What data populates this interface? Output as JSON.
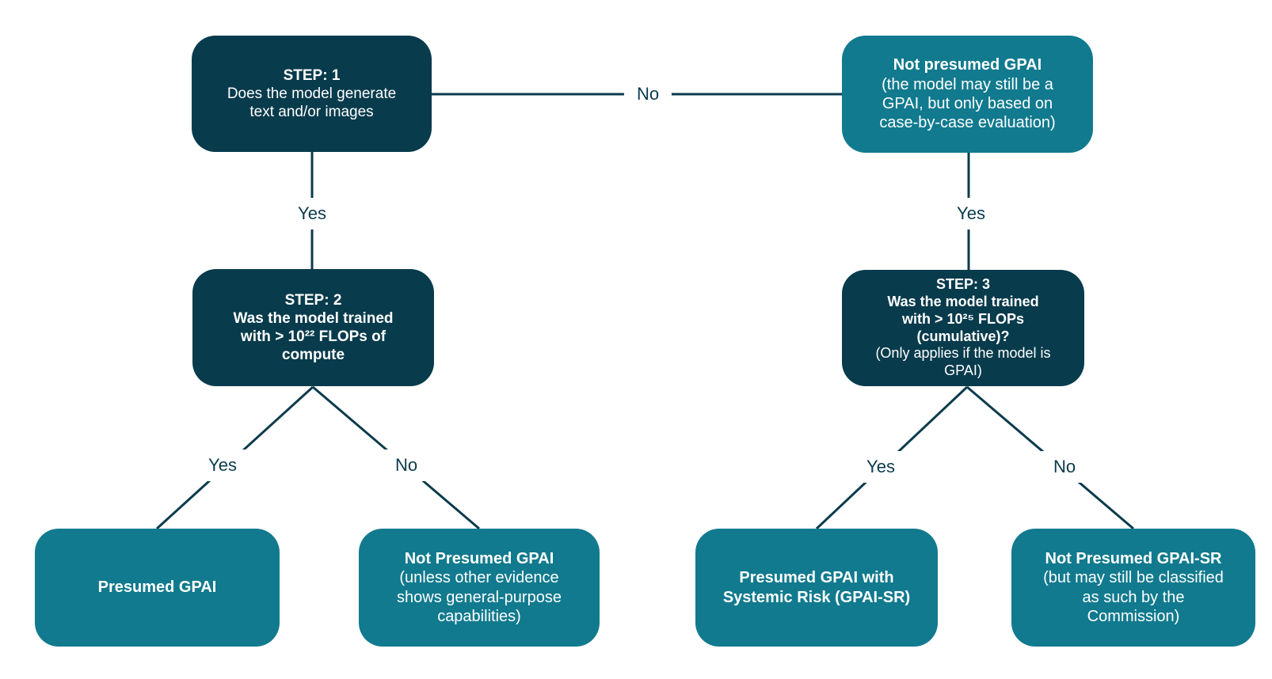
{
  "colors": {
    "dark": "#083b4c",
    "teal": "#117a8e",
    "line": "#0a3b4c",
    "label": "#0a3b4c",
    "background": "#ffffff"
  },
  "boxes": {
    "step1": {
      "variant": "dark",
      "title": "STEP: 1",
      "body": "Does the model generate text and/or images"
    },
    "not_presumed_gpai_top": {
      "variant": "teal",
      "title": "Not presumed GPAI",
      "body": "(the model may still be a GPAI, but only based on case-by-case evaluation)"
    },
    "step2": {
      "variant": "dark",
      "title": "STEP: 2",
      "body": "Was the model trained with > 10²² FLOPs of compute"
    },
    "step3": {
      "variant": "dark",
      "title": "STEP: 3",
      "body": "Was the model trained with > 10²⁵ FLOPs (cumulative)?",
      "note": "(Only applies if the model is GPAI)"
    },
    "presumed_gpai": {
      "variant": "teal",
      "title": "Presumed GPAI"
    },
    "not_presumed_gpai": {
      "variant": "teal",
      "title": "Not Presumed GPAI",
      "body": "(unless other evidence shows general-purpose capabilities)"
    },
    "presumed_gpai_sr": {
      "variant": "teal",
      "title": "Presumed GPAI with Systemic Risk (GPAI-SR)"
    },
    "not_presumed_gpai_sr": {
      "variant": "teal",
      "title": "Not Presumed GPAI-SR",
      "body": "(but may still be classified as such by the Commission)"
    }
  },
  "edges": [
    {
      "from": "step1",
      "to": "not_presumed_gpai_top",
      "label": "No"
    },
    {
      "from": "step1",
      "to": "step2",
      "label": "Yes"
    },
    {
      "from": "not_presumed_gpai_top",
      "to": "step3",
      "label": "Yes"
    },
    {
      "from": "step2",
      "to": "presumed_gpai",
      "label": "Yes"
    },
    {
      "from": "step2",
      "to": "not_presumed_gpai",
      "label": "No"
    },
    {
      "from": "step3",
      "to": "presumed_gpai_sr",
      "label": "Yes"
    },
    {
      "from": "step3",
      "to": "not_presumed_gpai_sr",
      "label": "No"
    }
  ]
}
